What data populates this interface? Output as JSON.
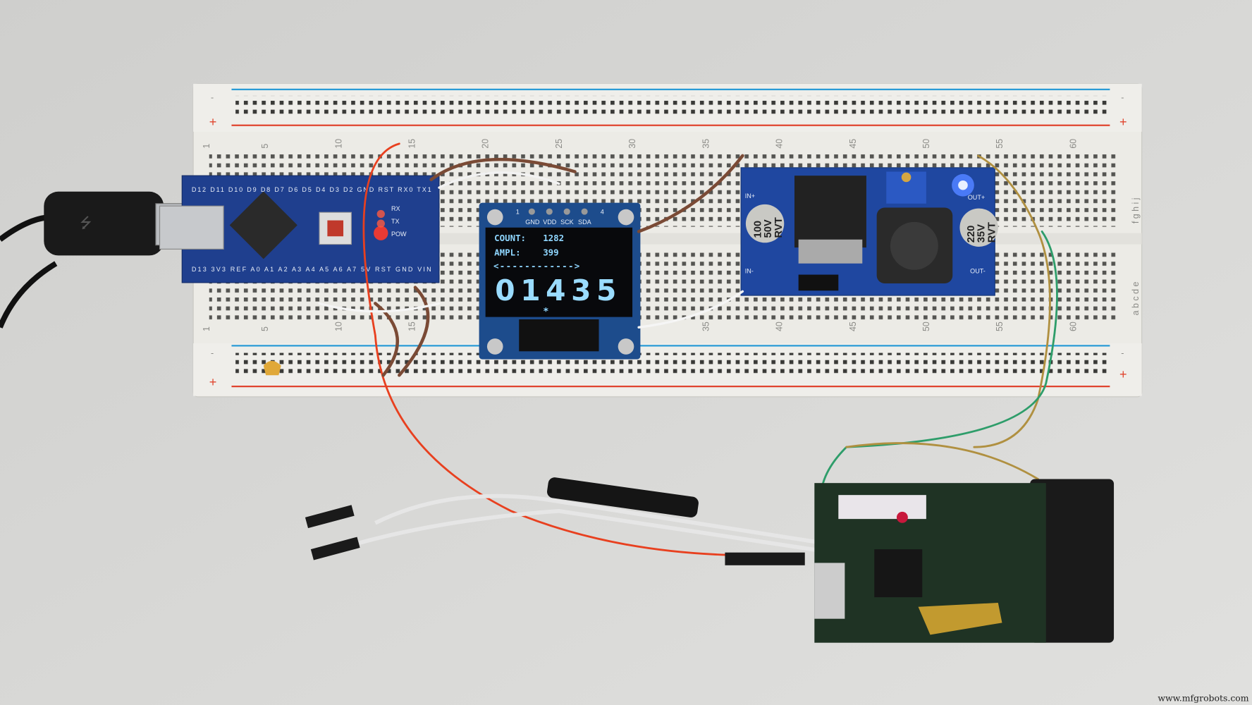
{
  "oled": {
    "header_pins": [
      "1",
      "GND",
      "VDD",
      "SCK",
      "SDA",
      "4"
    ],
    "count_label": "COUNT:",
    "count_value": "1282",
    "ampl_label": "AMPL:",
    "ampl_value": "399",
    "range_arrow": "<------------>",
    "distance_value": "01435",
    "distance_marker": "*"
  },
  "arduino": {
    "top_pins": "D12 D11 D10 D9 D8 D7 D6 D5 D4 D3 D2 GND RST RX0 TX1",
    "bottom_pins": "D13 3V3 REF A0 A1 A2 A3 A4 A5 A6 A7 5V RST GND VIN",
    "led_labels": [
      "RX",
      "TX",
      "POW"
    ]
  },
  "buck_converter": {
    "in_plus": "IN+",
    "in_minus": "IN-",
    "out_plus": "OUT+",
    "out_minus": "OUT-",
    "cap_in_label": [
      "100",
      "50V",
      "RVT"
    ],
    "cap_out_label": [
      "220",
      "35V",
      "RVT"
    ]
  },
  "breadboard": {
    "rail_minus": "-",
    "rail_plus": "+",
    "column_numbers": [
      "1",
      "5",
      "10",
      "15",
      "20",
      "25",
      "30",
      "35",
      "40",
      "45",
      "50",
      "55",
      "60"
    ],
    "rows_top": "f g h i j",
    "rows_bottom": "a b c d e"
  },
  "colors": {
    "background": "#d8d8d6",
    "breadboard": "#ecebe6",
    "rail_red": "#e0442e",
    "rail_blue": "#2a9bd6",
    "pcb_blue": "#1f3f8e",
    "oled_text": "#8fd6ff"
  },
  "watermark": "www.mfgrobots.com"
}
